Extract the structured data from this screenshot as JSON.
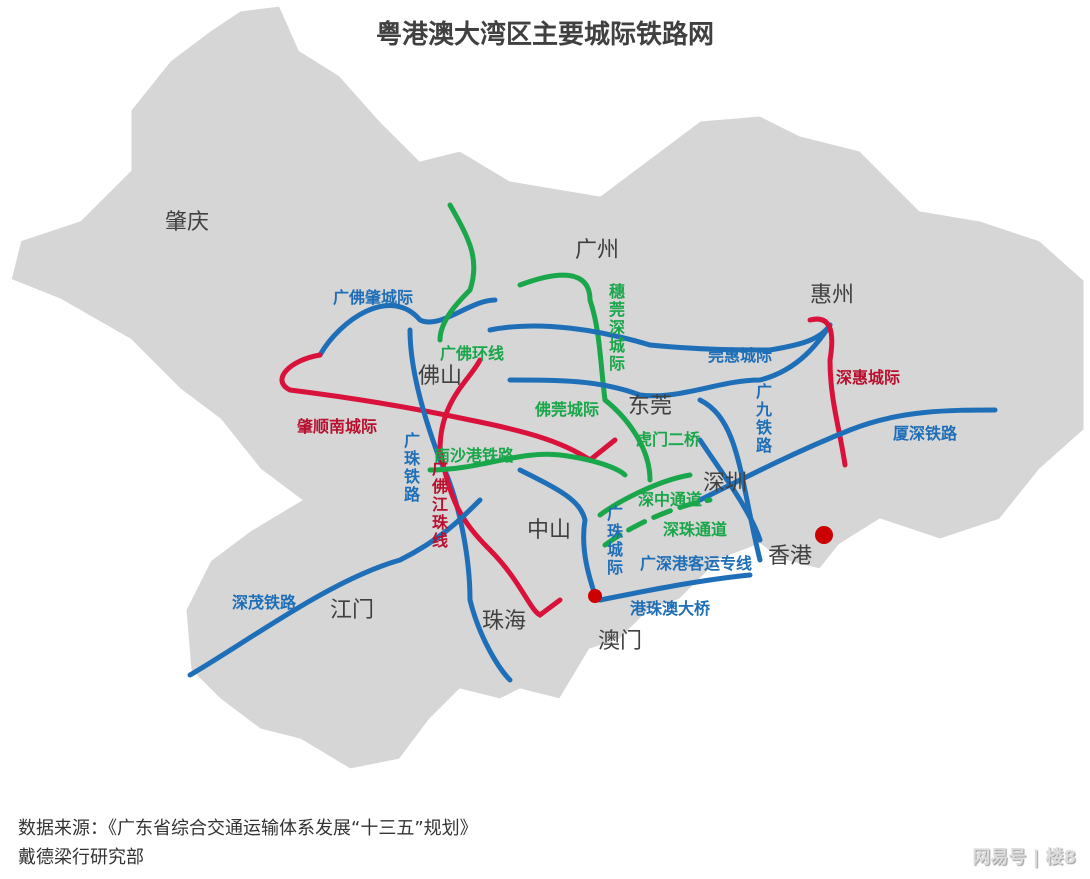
{
  "title": "粤港澳大湾区主要城际铁路网",
  "cities": {
    "zhaoqing": "肇庆",
    "guangzhou": "广州",
    "huizhou": "惠州",
    "foshan": "佛山",
    "dongguan": "东莞",
    "shenzhen": "深圳",
    "zhongshan": "中山",
    "hongkong": "香港",
    "jiangmen": "江门",
    "zhuhai": "珠海",
    "macau": "澳门"
  },
  "lines": {
    "guangfozhao": "广佛肇城际",
    "guangfohuan": "广佛环线",
    "suiguanshen": "穗莞深城际",
    "guanhui": "莞惠城际",
    "foguan": "佛莞城际",
    "zhaoshunnan": "肇顺南城际",
    "shenhui": "深惠城际",
    "guangjiu": "广九铁路",
    "humen": "虎门二桥",
    "xiashen": "厦深铁路",
    "nanshagang": "南沙港铁路",
    "guangzhu_rail": "广珠铁路",
    "guangfojiangzhu": "广佛江珠线",
    "shenzhong": "深中通道",
    "shenzhu": "深珠通道",
    "guangzhu_intercity": "广珠城际",
    "guangshengang": "广深港客运专线",
    "gangzhuao": "港珠澳大桥",
    "shenmao": "深茂铁路"
  },
  "colors": {
    "intercity_blue": "#1f6fb8",
    "green": "#1aa64a",
    "red": "#d9123b",
    "land": "#d6d6d6"
  },
  "source": "数据来源：《广东省综合交通运输体系发展“十三五”规划》",
  "org": "戴德梁行研究部",
  "watermark": "网易号 | 楼8"
}
